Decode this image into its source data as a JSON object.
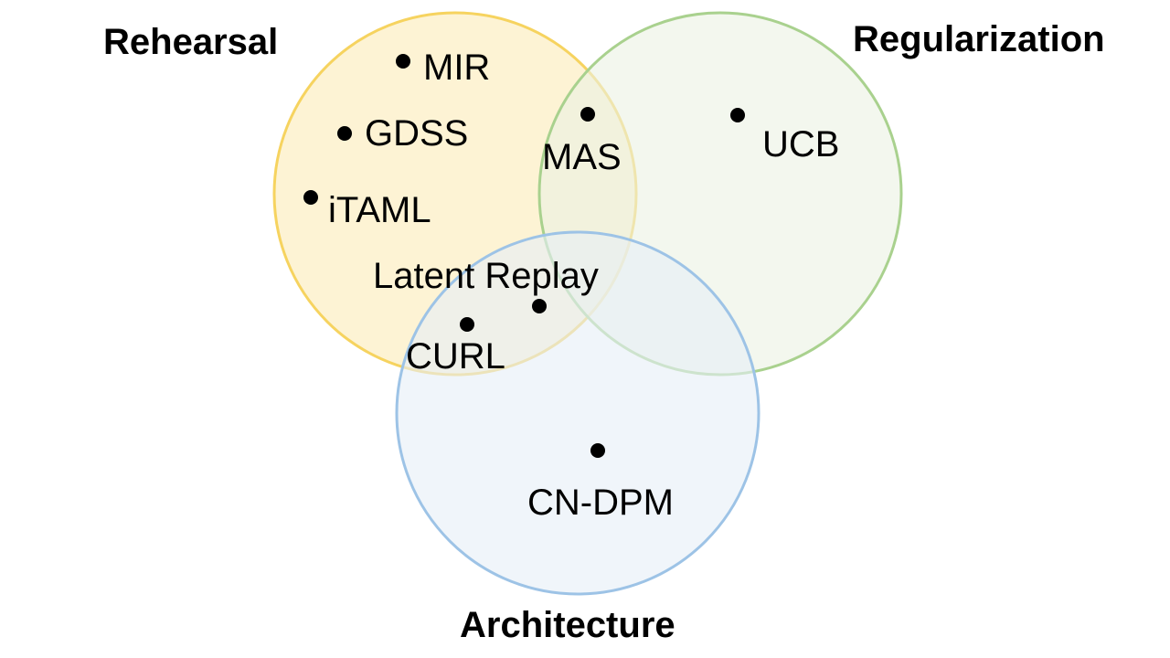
{
  "sets": {
    "rehearsal": {
      "title": "Rehearsal",
      "fill": "#fdf1cc",
      "stroke": "#f6d35f"
    },
    "regularization": {
      "title": "Regularization",
      "fill": "#ebf1e2",
      "stroke": "#a9d18e"
    },
    "architecture": {
      "title": "Architecture",
      "fill": "#e6eef7",
      "stroke": "#9dc3e6"
    }
  },
  "items": {
    "mir": "MIR",
    "gdss": "GDSS",
    "itaml": "iTAML",
    "mas": "MAS",
    "ucb": "UCB",
    "latent_replay": "Latent Replay",
    "curl": "CURL",
    "cn_dpm": "CN-DPM"
  }
}
